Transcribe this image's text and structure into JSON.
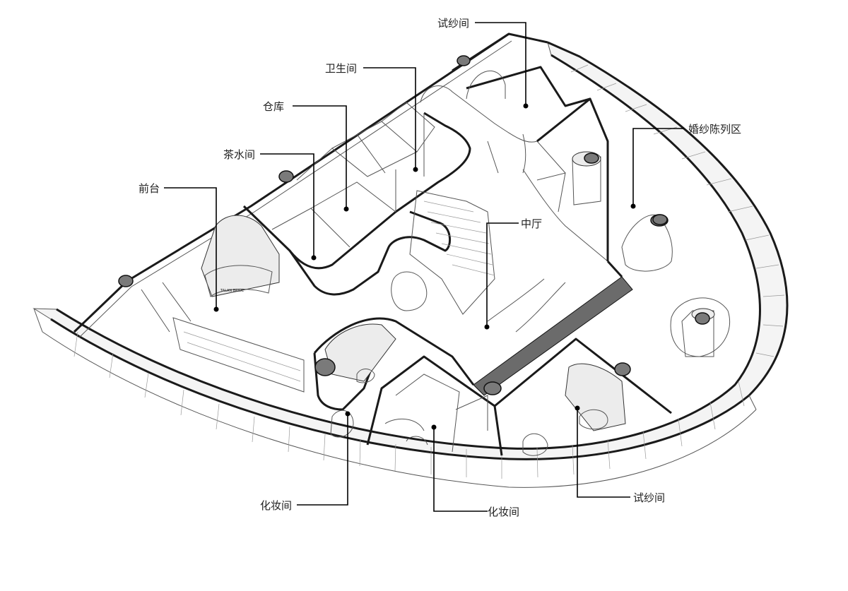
{
  "labels": {
    "fitting_top": "试纱间",
    "toilet": "卫生间",
    "storage": "仓库",
    "tea_room": "茶水间",
    "reception": "前台",
    "wedding_display": "婚纱陈列区",
    "main_hall": "中厅",
    "makeup_left": "化妆间",
    "makeup_center": "化妆间",
    "fitting_bottom": "试纱间",
    "sign_text": "TALAN BRIDE"
  }
}
